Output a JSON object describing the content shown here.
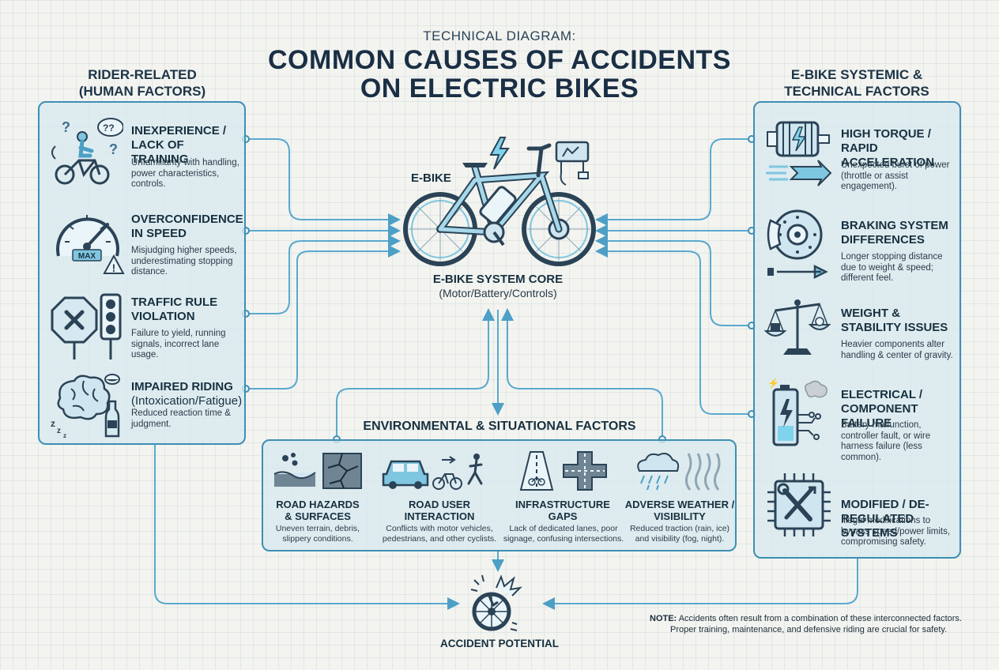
{
  "header": {
    "pretitle": "TECHNICAL DIAGRAM:",
    "title_line1": "COMMON CAUSES OF ACCIDENTS",
    "title_line2": "ON ELECTRIC BIKES"
  },
  "left": {
    "heading_line1": "RIDER-RELATED",
    "heading_line2": "(HUMAN FACTORS)",
    "items": [
      {
        "title1": "INEXPERIENCE /",
        "title2": "LACK OF TRAINING",
        "desc": "Unfamiliarity with handling, power characteristics, controls.",
        "icon": "cyclist-question-icon"
      },
      {
        "title1": "OVERCONFIDENCE",
        "title2": "IN SPEED",
        "desc": "Misjudging higher speeds, underestimating stopping distance.",
        "icon": "speedometer-icon",
        "icon_label": "MAX"
      },
      {
        "title1": "TRAFFIC RULE",
        "title2": "VIOLATION",
        "desc": "Failure to yield, running signals, incorrect lane usage.",
        "icon": "traffic-light-icon"
      },
      {
        "title1": "IMPAIRED RIDING",
        "title2": "(Intoxication/Fatigue)",
        "desc": "Reduced reaction time & judgment.",
        "icon": "brain-bottle-icon"
      }
    ]
  },
  "right": {
    "heading_line1": "E-BIKE SYSTEMIC &",
    "heading_line2": "TECHNICAL FACTORS",
    "items": [
      {
        "title1": "HIGH TORQUE /",
        "title2": "RAPID ACCELERATION",
        "desc": "Unexpected burst of power (throttle or assist engagement).",
        "icon": "motor-icon"
      },
      {
        "title1": "BRAKING SYSTEM",
        "title2": "DIFFERENCES",
        "desc": "Longer stopping distance due to weight & speed; different feel.",
        "icon": "disc-brake-icon"
      },
      {
        "title1": "WEIGHT &",
        "title2": "STABILITY ISSUES",
        "desc": "Heavier components alter handling & center of gravity.",
        "icon": "scale-icon"
      },
      {
        "title1": "ELECTRICAL /",
        "title2": "COMPONENT FAILURE",
        "desc": "Battery malfunction, controller fault, or wire harness failure (less common).",
        "icon": "battery-icon"
      },
      {
        "title1": "MODIFIED / DE-",
        "title2": "REGULATED SYSTEMS",
        "desc": "Illegal modifications to bypass speed/power limits, compromising safety.",
        "icon": "chip-tools-icon"
      }
    ]
  },
  "core": {
    "bike_label": "E-BIKE",
    "label": "E-BIKE SYSTEM CORE",
    "sublabel": "(Motor/Battery/Controls)"
  },
  "environment": {
    "heading": "ENVIRONMENTAL & SITUATIONAL FACTORS",
    "items": [
      {
        "title1": "ROAD HAZARDS",
        "title2": "& SURFACES",
        "desc1": "Uneven terrain, debris,",
        "desc2": "slippery conditions.",
        "icon": "road-hazard-icon"
      },
      {
        "title1": "ROAD USER",
        "title2": "INTERACTION",
        "desc1": "Conflicts with motor vehicles,",
        "desc2": "pedestrians, and other cyclists.",
        "icon": "car-bike-pedestrian-icon"
      },
      {
        "title1": "INFRASTRUCTURE",
        "title2": "GAPS",
        "desc1": "Lack of dedicated lanes, poor",
        "desc2": "signage, confusing intersections.",
        "icon": "intersection-icon"
      },
      {
        "title1": "ADVERSE WEATHER /",
        "title2": "VISIBILITY",
        "desc1": "Reduced traction (rain, ice)",
        "desc2": "and visibility (fog, night).",
        "icon": "weather-icon"
      }
    ]
  },
  "outcome": {
    "label": "ACCIDENT POTENTIAL"
  },
  "note": {
    "label": "NOTE:",
    "line1": "Accidents often result from a combination of these interconnected factors.",
    "line2": "Proper training, maintenance, and defensive riding are crucial for safety."
  },
  "colors": {
    "panel_border": "#3e8fb4",
    "connector": "#5aa9cf",
    "ink": "#17303f",
    "accent_cyan": "#7fd3ec"
  }
}
